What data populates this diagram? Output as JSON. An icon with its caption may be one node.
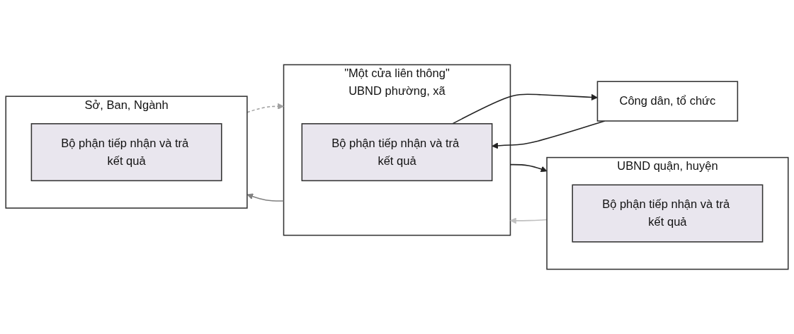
{
  "diagram": {
    "nodes": [
      {
        "text": [
          "Công dân, tổ chức"
        ]
      },
      {
        "text": [
          "\"Một cửa liên thông\"",
          "UBND phường, xã"
        ]
      },
      {
        "text": [
          "Bộ phận tiếp nhận và trả kết quả"
        ],
        "in": 1
      },
      {
        "text": [
          "UBND quận, huyện"
        ]
      },
      {
        "text": [
          "Bộ phận tiếp nhận và trả kết quả"
        ],
        "in": 3
      },
      {
        "text": [
          "Sở, Ban, Ngành"
        ]
      },
      {
        "text": [
          "Bộ phận tiếp nhận và trả kết quả"
        ],
        "in": 5
      }
    ],
    "edges": [
      {
        "from": 0,
        "to": 2,
        "arrow": "to"
      },
      {
        "from": 2,
        "to": 0,
        "arrow": "to"
      },
      {
        "from": 1,
        "to": 3,
        "arrow": "to"
      },
      {
        "from": 3,
        "to": 1,
        "arrow": "to",
        "color": "#c0c0c0"
      },
      {
        "from": 1,
        "to": 5,
        "arrow": "to",
        "color": "#808080"
      },
      {
        "from": 5,
        "to": 1,
        "arrow": "to",
        "style": "dashed",
        "color": "#a0a0a0"
      }
    ]
  }
}
